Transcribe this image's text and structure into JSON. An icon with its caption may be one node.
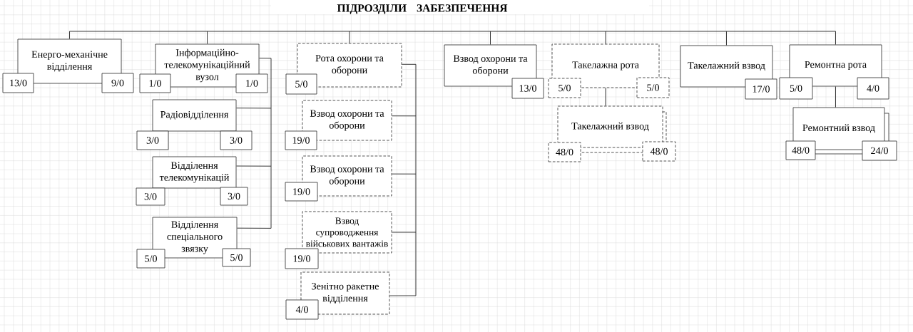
{
  "diagram": {
    "title": "ПІДРОЗДІЛИ ЗАБЕЗПЕЧЕННЯ",
    "nodes": [
      {
        "text": [
          "Енерго-механічне відділення"
        ]
      },
      {
        "text": [
          "13/0"
        ]
      },
      {
        "text": [
          "9/0"
        ]
      },
      {
        "text": [
          "Інформаційно- телекомунікаційний вузол"
        ]
      },
      {
        "text": [
          "1/0"
        ]
      },
      {
        "text": [
          "1/0"
        ]
      },
      {
        "text": [
          "Радіовідділення"
        ]
      },
      {
        "text": [
          "3/0"
        ]
      },
      {
        "text": [
          "3/0"
        ]
      },
      {
        "text": [
          "Відділення телекомунікацій"
        ]
      },
      {
        "text": [
          "3/0"
        ]
      },
      {
        "text": [
          "3/0"
        ]
      },
      {
        "text": [
          "Відділення спеціального звязку"
        ]
      },
      {
        "text": [
          "5/0"
        ]
      },
      {
        "text": [
          "5/0"
        ]
      },
      {
        "text": [
          "Рота охорони та оборони"
        ]
      },
      {
        "text": [
          "5/0"
        ]
      },
      {
        "text": [
          "Взвод охорони та оборони"
        ]
      },
      {
        "text": [
          "19/0"
        ]
      },
      {
        "text": [
          "Взвод охорони та оборони"
        ]
      },
      {
        "text": [
          "19/0"
        ]
      },
      {
        "text": [
          "Взвод супроводження військових вантажів"
        ]
      },
      {
        "text": [
          "19/0"
        ]
      },
      {
        "text": [
          "Зенітно ракетне відділення"
        ]
      },
      {
        "text": [
          "4/0"
        ]
      },
      {
        "text": [
          "Взвод охорони та оборони"
        ]
      },
      {
        "text": [
          "13/0"
        ]
      },
      {
        "text": [
          "Такелажна рота"
        ]
      },
      {
        "text": [
          "5/0"
        ]
      },
      {
        "text": [
          "5/0"
        ]
      },
      {
        "text": [
          "Такелажний взвод"
        ]
      },
      {
        "text": [
          "48/0"
        ]
      },
      {
        "text": [
          "48/0"
        ]
      },
      {
        "text": [
          "Такелажний взвод"
        ]
      },
      {
        "text": [
          "17/0"
        ]
      },
      {
        "text": [
          "Ремонтна рота"
        ]
      },
      {
        "text": [
          "5/0"
        ]
      },
      {
        "text": [
          "4/0"
        ]
      },
      {
        "text": [
          "Ремонтний взвод"
        ]
      },
      {
        "text": [
          "48/0"
        ]
      },
      {
        "text": [
          "24/0"
        ]
      }
    ],
    "edges": [
      {
        "from": 0,
        "to": 3,
        "arrow": "none"
      },
      {
        "from": 0,
        "to": 15,
        "arrow": "none"
      },
      {
        "from": 0,
        "to": 25,
        "arrow": "none"
      },
      {
        "from": 0,
        "to": 27,
        "arrow": "none"
      },
      {
        "from": 0,
        "to": 33,
        "arrow": "none"
      },
      {
        "from": 0,
        "to": 35,
        "arrow": "none"
      },
      {
        "from": 3,
        "to": 6,
        "arrow": "none"
      },
      {
        "from": 3,
        "to": 9,
        "arrow": "none"
      },
      {
        "from": 3,
        "to": 12,
        "arrow": "none"
      },
      {
        "from": 15,
        "to": 17,
        "arrow": "none"
      },
      {
        "from": 15,
        "to": 19,
        "arrow": "none"
      },
      {
        "from": 15,
        "to": 21,
        "arrow": "none"
      },
      {
        "from": 15,
        "to": 23,
        "arrow": "none"
      },
      {
        "from": 27,
        "to": 30,
        "arrow": "none"
      },
      {
        "from": 35,
        "to": 38,
        "arrow": "none"
      }
    ]
  }
}
